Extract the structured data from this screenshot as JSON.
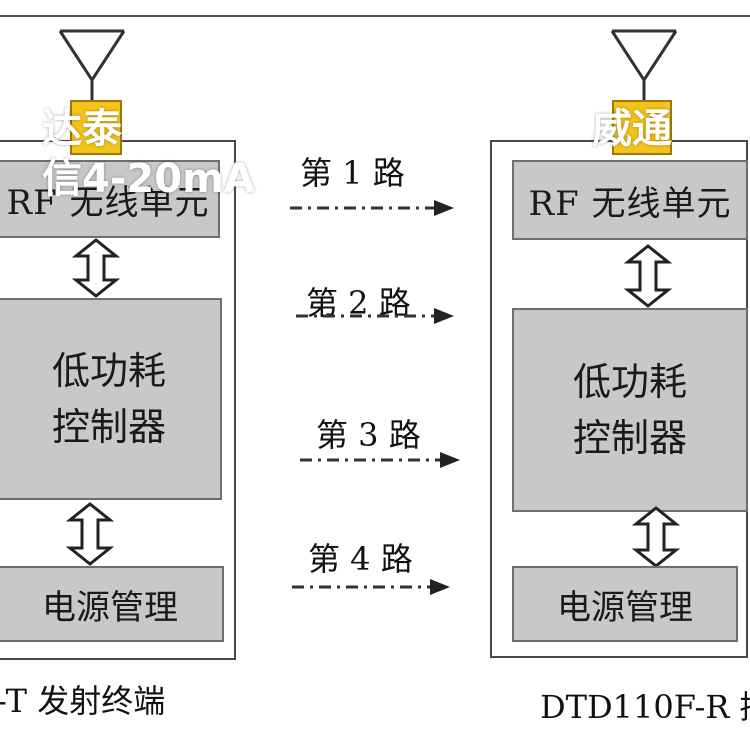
{
  "colors": {
    "box_fill": "#c8c8c8",
    "antenna_base": "#f4c41a",
    "overlay_text": "#ffffff"
  },
  "left_unit": {
    "rf_label": "RF 无线单元",
    "controller_line1": "低功耗",
    "controller_line2": "控制器",
    "power_label": "电源管理",
    "caption": "-T 发射终端"
  },
  "right_unit": {
    "rf_label": "RF 无线单元",
    "controller_line1": "低功耗",
    "controller_line2": "控制器",
    "power_label": "电源管理",
    "caption": "DTD110F-R 接"
  },
  "channels": [
    {
      "label": "第 1 路"
    },
    {
      "label": "第 2 路"
    },
    {
      "label": "第 3 路"
    },
    {
      "label": "第 4 路"
    }
  ],
  "overlay": {
    "line1_left": "达泰",
    "line1_right": "威通",
    "line2": "信4-20mA"
  }
}
